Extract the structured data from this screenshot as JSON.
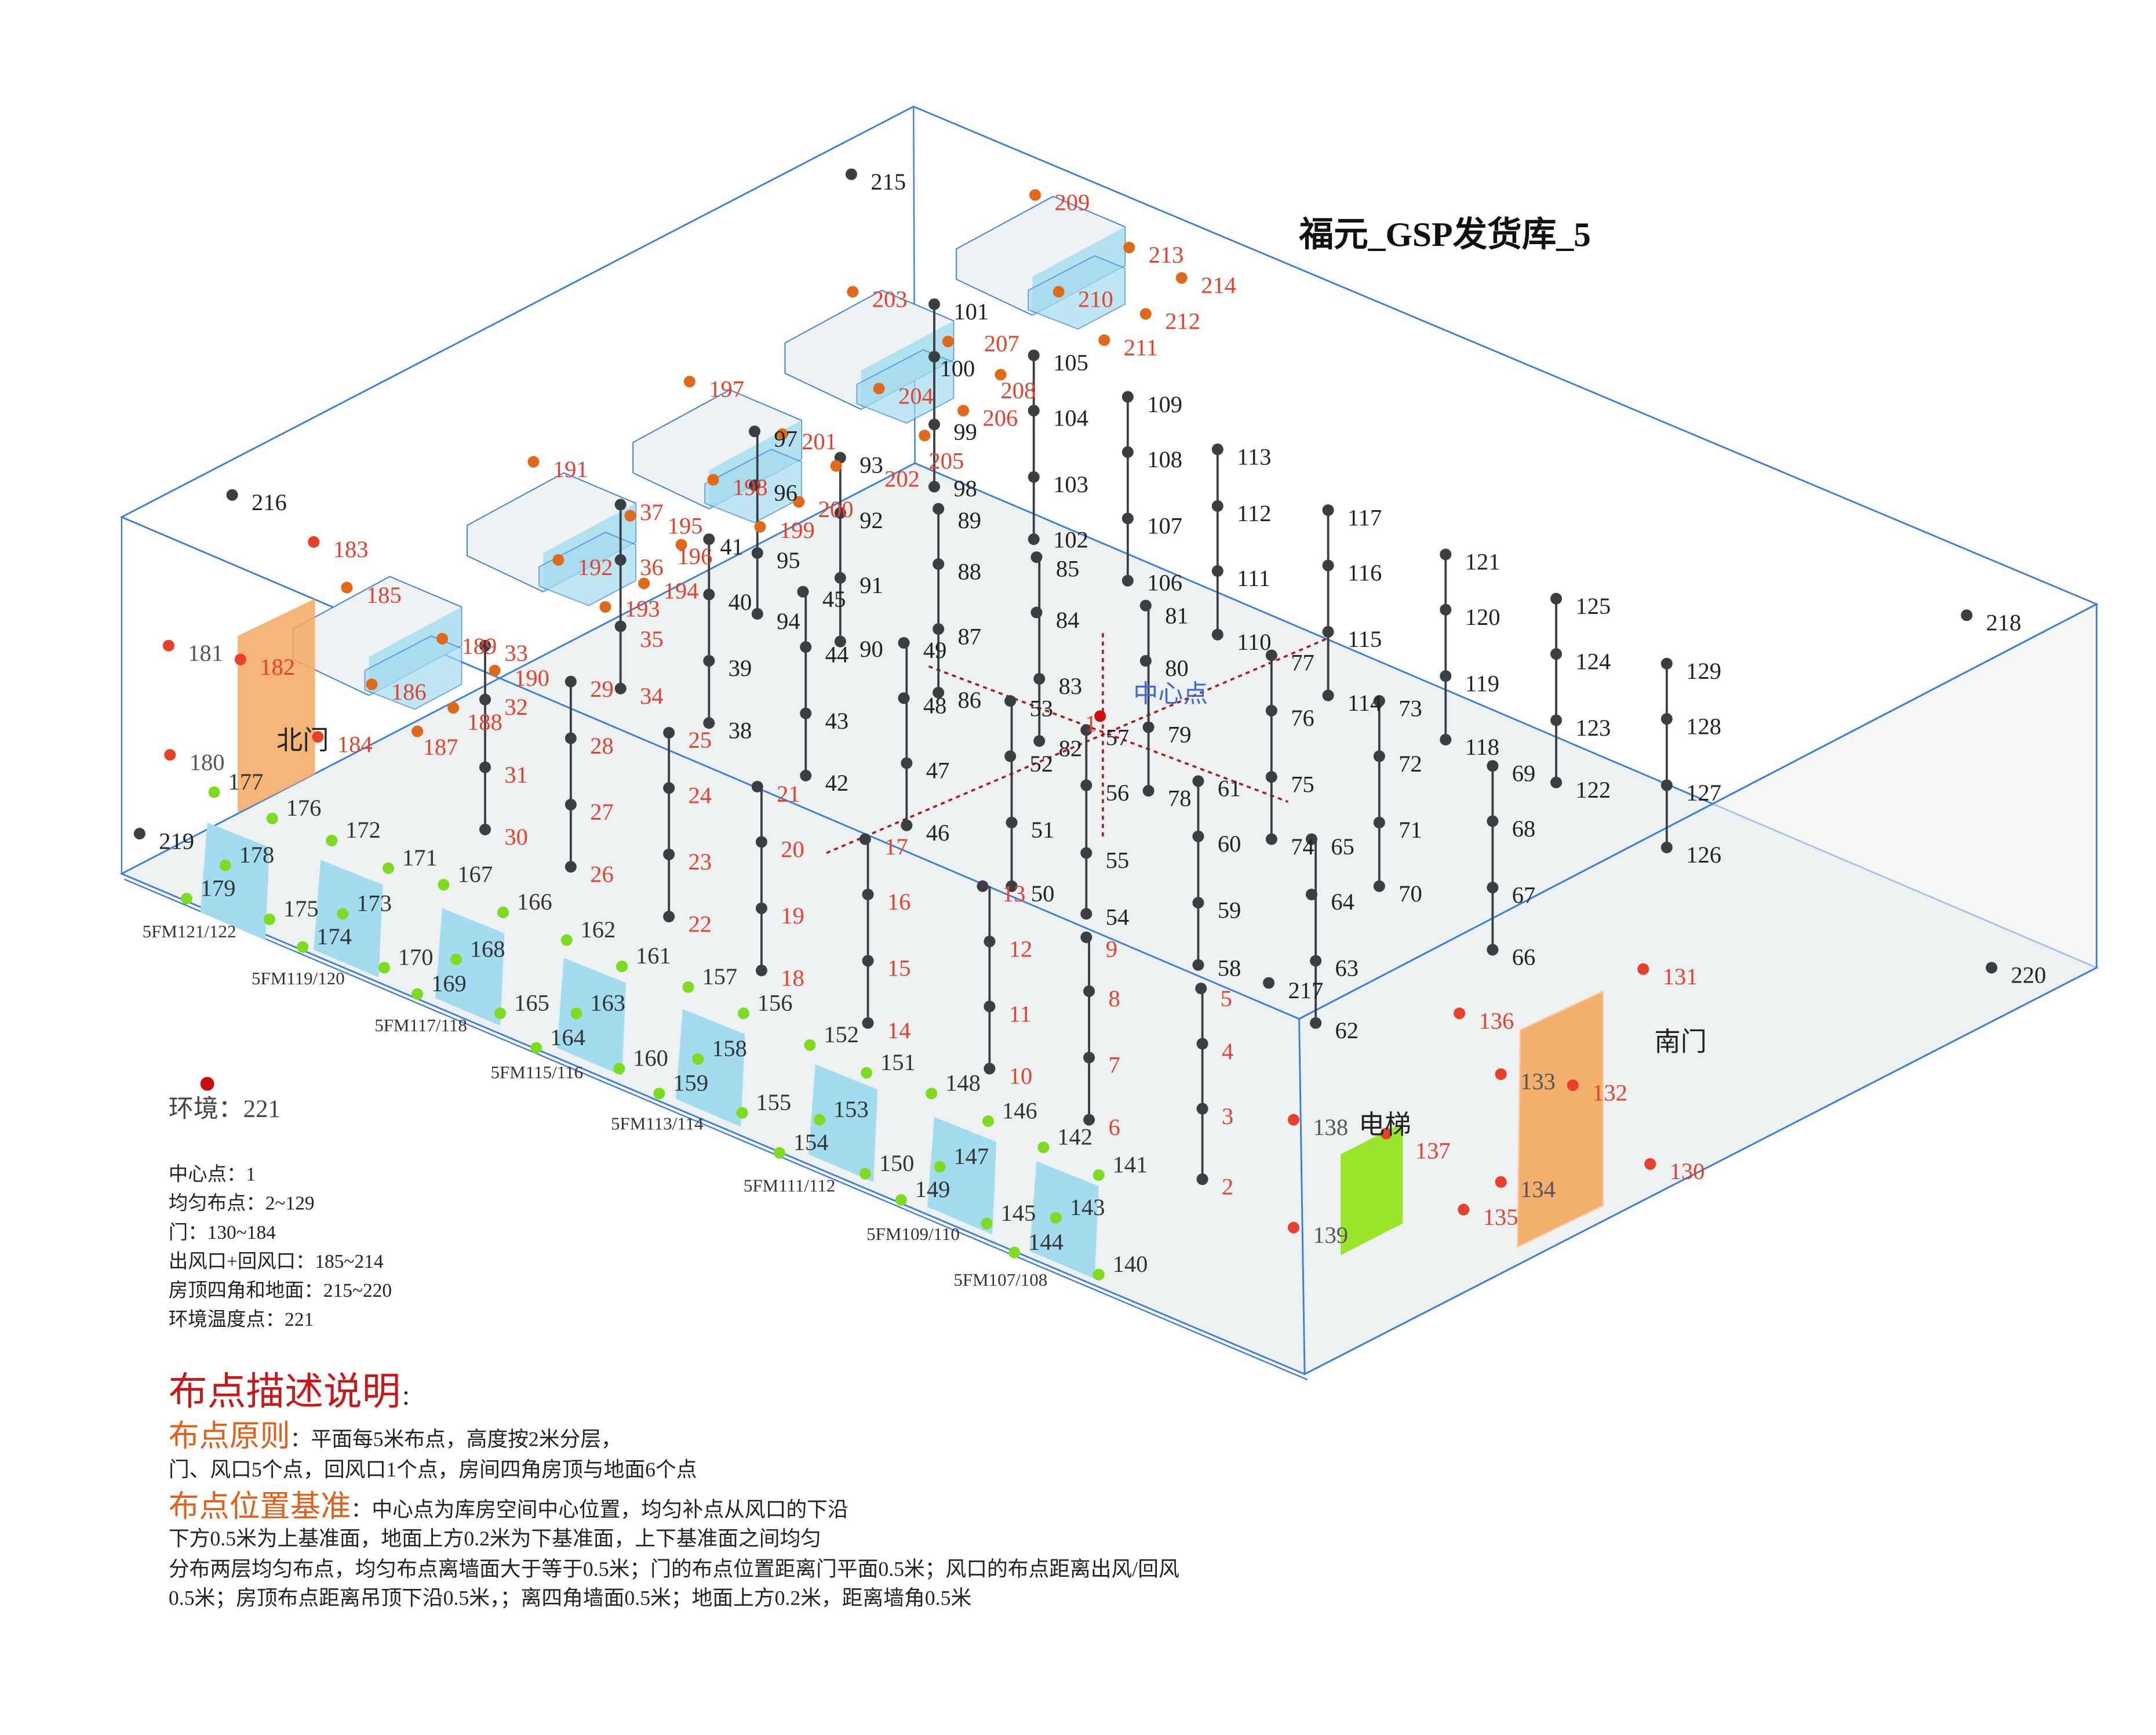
{
  "title": "福元_GSP发货库_5",
  "center_label": "中心点",
  "north_door": "北门",
  "south_door": "南门",
  "elevator": "电梯",
  "environment": "环境：221",
  "legend": [
    "中心点：1",
    "均匀布点：2~129",
    "门：130~184",
    "出风口+回风口：185~214",
    "房顶四角和地面：215~220",
    "环境温度点：221"
  ],
  "description": {
    "heading": "布点描述说明",
    "heading_colon": "：",
    "principle_label": "布点原则",
    "principle_line1": "：平面每5米布点，高度按2米分层，",
    "principle_line2": "门、风口5个点，回风口1个点，房间四角房顶与地面6个点",
    "basis_label": "布点位置基准",
    "basis_line1": "：中心点为库房空间中心位置，均匀补点从风口的下沿",
    "basis_line2": "下方0.5米为上基准面，地面上方0.2米为下基准面，上下基准面之间均匀",
    "basis_line3": "分布两层均匀布点，均匀布点离墙面大于等于0.5米；门的布点位置距离门平面0.5米；风口的布点距离出风/回风",
    "basis_line4": "0.5米；房顶布点距离吊顶下沿0.5米，；离四角墙面0.5米；地面上方0.2米，距离墙角0.5米"
  },
  "fan_units": [
    "5FM121/122",
    "5FM119/120",
    "5FM117/118",
    "5FM115/116",
    "5FM113/114",
    "5FM111/112",
    "5FM109/110",
    "5FM107/108"
  ],
  "point_labels": [
    "1",
    "2",
    "3",
    "4",
    "5",
    "6",
    "7",
    "8",
    "9",
    "10",
    "11",
    "12",
    "13",
    "14",
    "15",
    "16",
    "17",
    "18",
    "19",
    "20",
    "21",
    "22",
    "23",
    "24",
    "25",
    "26",
    "27",
    "28",
    "29",
    "30",
    "31",
    "32",
    "33",
    "34",
    "35",
    "36",
    "37",
    "38",
    "39",
    "40",
    "41",
    "42",
    "43",
    "44",
    "45",
    "46",
    "47",
    "48",
    "49",
    "50",
    "51",
    "52",
    "53",
    "54",
    "55",
    "56",
    "57",
    "58",
    "59",
    "60",
    "61",
    "62",
    "63",
    "64",
    "65",
    "66",
    "67",
    "68",
    "69",
    "70",
    "71",
    "72",
    "73",
    "74",
    "75",
    "76",
    "77",
    "78",
    "79",
    "80",
    "81",
    "82",
    "83",
    "84",
    "85",
    "86",
    "87",
    "88",
    "89",
    "90",
    "91",
    "92",
    "93",
    "94",
    "95",
    "96",
    "97",
    "98",
    "99",
    "100",
    "101",
    "102",
    "103",
    "104",
    "105",
    "106",
    "107",
    "108",
    "109",
    "110",
    "111",
    "112",
    "113",
    "114",
    "115",
    "116",
    "117",
    "118",
    "119",
    "120",
    "121",
    "122",
    "123",
    "124",
    "125",
    "126",
    "127",
    "128",
    "129",
    "130",
    "131",
    "132",
    "133",
    "134",
    "135",
    "136",
    "137",
    "138",
    "139",
    "140",
    "141",
    "142",
    "143",
    "144",
    "145",
    "146",
    "147",
    "148",
    "149",
    "150",
    "151",
    "152",
    "153",
    "154",
    "155",
    "156",
    "157",
    "158",
    "159",
    "160",
    "161",
    "162",
    "163",
    "164",
    "165",
    "166",
    "167",
    "168",
    "169",
    "170",
    "171",
    "172",
    "173",
    "174",
    "175",
    "176",
    "177",
    "178",
    "179",
    "180",
    "181",
    "182",
    "183",
    "184",
    "185",
    "186",
    "187",
    "188",
    "189",
    "190",
    "191",
    "192",
    "193",
    "194",
    "195",
    "196",
    "197",
    "198",
    "199",
    "200",
    "201",
    "202",
    "203",
    "204",
    "205",
    "206",
    "207",
    "208",
    "209",
    "210",
    "211",
    "212",
    "213",
    "214",
    "215",
    "216",
    "217",
    "218",
    "219",
    "220"
  ],
  "colors": {
    "edge": "#3a7de0",
    "floor": "#eef1f2",
    "uniform_dot": "#3a3f44",
    "door_dot": "#e8402a",
    "fan_dot": "#7ddc1f",
    "vent_dot": "#e06a1a",
    "red_text": "#e8402a",
    "door_fill": "#f4a860",
    "elevator_fill": "#9be62a",
    "fan_fill": "#a3dcee"
  }
}
